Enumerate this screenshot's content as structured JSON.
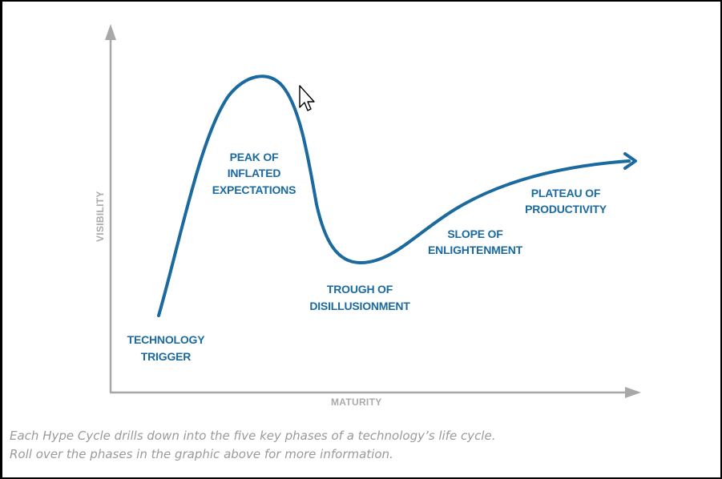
{
  "diagram": {
    "axes": {
      "y_label": "VISIBILITY",
      "x_label": "MATURITY"
    },
    "phases": [
      {
        "line1": "TECHNOLOGY",
        "line2": "TRIGGER"
      },
      {
        "line1": "PEAK OF",
        "line2": "INFLATED",
        "line3": "EXPECTATIONS"
      },
      {
        "line1": "TROUGH OF",
        "line2": "DISILLUSIONMENT"
      },
      {
        "line1": "SLOPE OF",
        "line2": "ENLIGHTENMENT"
      },
      {
        "line1": "PLATEAU OF",
        "line2": "PRODUCTIVITY"
      }
    ],
    "colors": {
      "curve": "#1a6aa0",
      "axis": "#a8a8a8",
      "caption": "#9a9a9a"
    }
  },
  "caption": {
    "line1": "Each Hype Cycle drills down into the five key phases of a technology’s life cycle.",
    "line2": "Roll over the phases in the graphic above for more information."
  },
  "cursor": {
    "icon": "mouse-pointer-icon"
  }
}
